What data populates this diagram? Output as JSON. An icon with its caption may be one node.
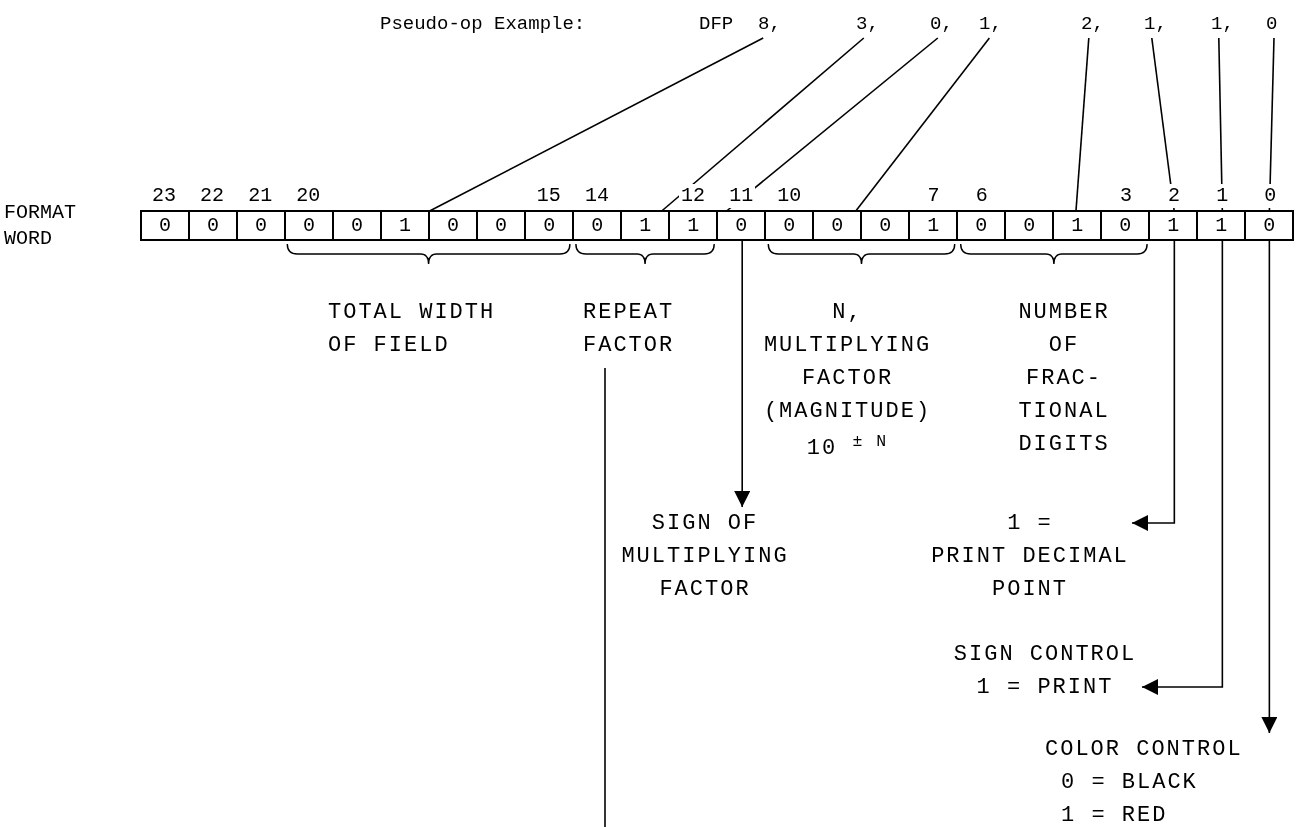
{
  "diagram": {
    "nodes": [
      {
        "text": [
          "8,"
        ]
      },
      {
        "text": [
          "3,"
        ]
      },
      {
        "text": [
          "0,"
        ]
      },
      {
        "text": [
          "1,"
        ]
      },
      {
        "text": [
          "2,"
        ]
      },
      {
        "text": [
          "1,"
        ]
      },
      {
        "text": [
          "1,"
        ]
      },
      {
        "text": [
          "0"
        ]
      },
      {
        "text": [],
        "shape": "bar",
        "beside": [
          "FORMAT WORD"
        ]
      },
      {
        "text": [
          "0"
        ],
        "in": 8
      },
      {
        "text": [
          "0"
        ],
        "in": 8
      },
      {
        "text": [
          "0"
        ],
        "in": 8
      },
      {
        "text": [
          "0"
        ],
        "in": 8
      },
      {
        "text": [
          "0"
        ],
        "in": 8
      },
      {
        "text": [
          "1"
        ],
        "in": 8
      },
      {
        "text": [
          "0"
        ],
        "in": 8
      },
      {
        "text": [
          "0"
        ],
        "in": 8
      },
      {
        "text": [
          "0"
        ],
        "in": 8
      },
      {
        "text": [
          "0"
        ],
        "in": 8
      },
      {
        "text": [
          "1"
        ],
        "in": 8
      },
      {
        "text": [
          "1"
        ],
        "in": 8
      },
      {
        "text": [
          "0"
        ],
        "in": 8
      },
      {
        "text": [
          "0"
        ],
        "in": 8
      },
      {
        "text": [
          "0"
        ],
        "in": 8
      },
      {
        "text": [
          "0"
        ],
        "in": 8
      },
      {
        "text": [
          "1"
        ],
        "in": 8
      },
      {
        "text": [
          "0"
        ],
        "in": 8
      },
      {
        "text": [
          "0"
        ],
        "in": 8
      },
      {
        "text": [
          "1"
        ],
        "in": 8
      },
      {
        "text": [
          "0"
        ],
        "in": 8
      },
      {
        "text": [
          "1"
        ],
        "in": 8
      },
      {
        "text": [
          "1"
        ],
        "in": 8
      },
      {
        "text": [
          "0"
        ],
        "in": 8
      },
      {
        "text": [
          "TOTAL WIDTH OF FIELD"
        ]
      },
      {
        "text": [
          "REPEAT FACTOR"
        ]
      },
      {
        "text": [
          "N, MULTIPLYING FACTOR (MAGNITUDE)",
          "10 $^{± N}$"
        ]
      },
      {
        "text": [
          "NUMBER OF FRAC- TIONAL DIGITS"
        ]
      },
      {
        "text": [
          "SIGN OF MULTIPLYING FACTOR"
        ]
      },
      {
        "text": [
          "1 =",
          "PRINT DECIMAL POINT"
        ]
      },
      {
        "text": [
          "SIGN CONTROL",
          "1 = PRINT"
        ]
      },
      {
        "text": [
          "COLOR CONTROL",
          "0 = BLACK",
          "1 = RED"
        ]
      }
    ],
    "edges": [
      {
        "from": 0,
        "to": 14,
        "arrow": "none"
      },
      {
        "from": 1,
        "to": 19,
        "arrow": "none"
      },
      {
        "from": 2,
        "to": 21,
        "arrow": "none"
      },
      {
        "from": 3,
        "to": 23,
        "arrow": "none"
      },
      {
        "from": 4,
        "to": 28,
        "arrow": "none"
      },
      {
        "from": 5,
        "to": 30,
        "arrow": "none"
      },
      {
        "from": 6,
        "to": 31,
        "arrow": "none"
      },
      {
        "from": 7,
        "to": 32,
        "arrow": "none"
      },
      {
        "from": 21,
        "to": 37,
        "arrow": "to"
      },
      {
        "from": 30,
        "to": 38,
        "arrow": "to"
      },
      {
        "from": 31,
        "to": 39,
        "arrow": "to"
      },
      {
        "from": 32,
        "to": 40,
        "arrow": "to"
      },
      {
        "from": 34,
        "to": null,
        "arrow": "none"
      }
    ],
    "labels": [
      "Pseudo-op Example:",
      "DFP",
      "23",
      "22",
      "21",
      "20",
      "15",
      "14",
      "12",
      "11",
      "10",
      "7",
      "6",
      "3",
      "2",
      "1",
      "0"
    ]
  }
}
